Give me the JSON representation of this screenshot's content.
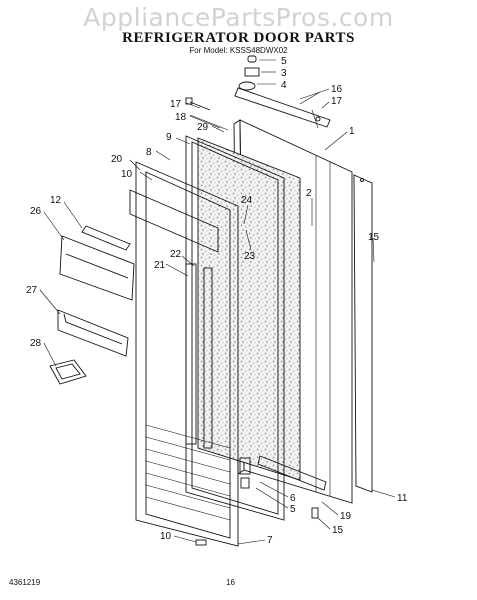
{
  "watermark": "AppliancePartsPros.com",
  "title": "REFRIGERATOR DOOR PARTS",
  "subtitle": "For Model: KSSS48DWX02",
  "footer": {
    "doc_number": "4361219",
    "page": "16"
  },
  "callouts": [
    "5",
    "3",
    "4",
    "16",
    "17",
    "17",
    "18",
    "29",
    "1",
    "9",
    "8",
    "20",
    "10",
    "2",
    "24",
    "12",
    "26",
    "15",
    "23",
    "22",
    "21",
    "27",
    "28",
    "6",
    "5",
    "11",
    "19",
    "15",
    "10",
    "7"
  ]
}
